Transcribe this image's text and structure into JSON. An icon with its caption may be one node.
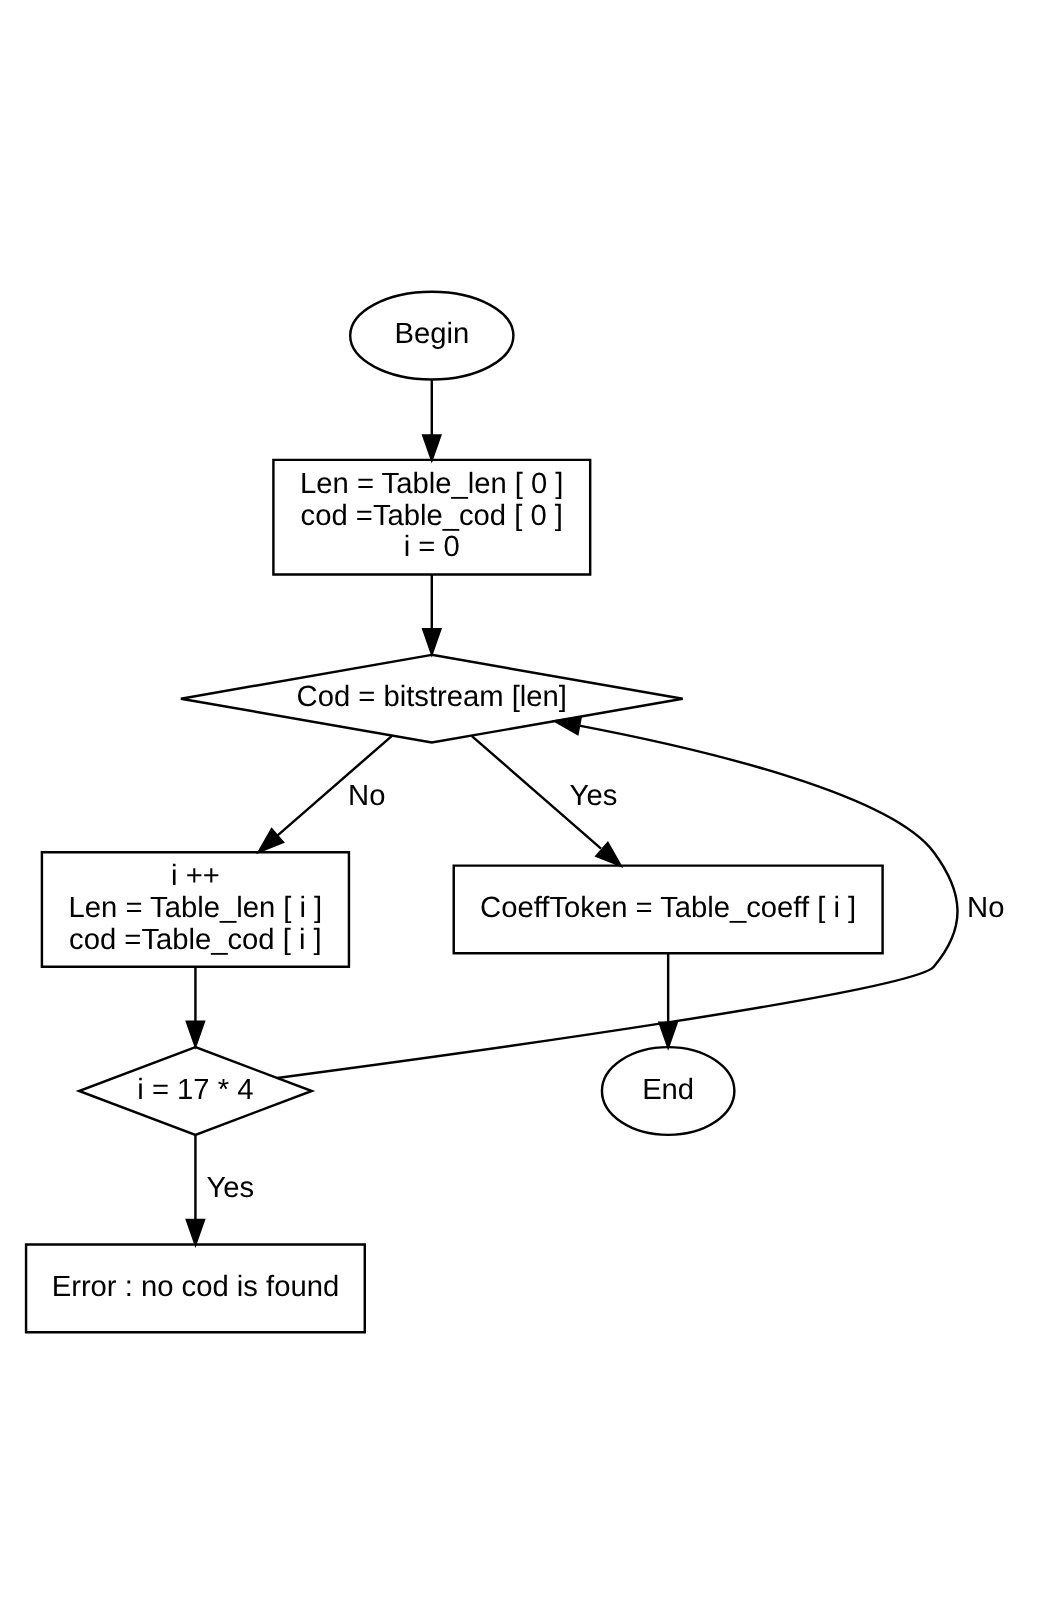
{
  "diagram": {
    "nodes": [
      {
        "text": [
          "Begin"
        ]
      },
      {
        "text": [
          "Len = Table_len [ 0 ]",
          "cod =Table_cod [ 0 ]",
          "i = 0"
        ]
      },
      {
        "text": [
          "Cod = bitstream [len]"
        ]
      },
      {
        "text": [
          "i ++",
          "Len = Table_len [ i ]",
          "cod =Table_cod [ i ]"
        ]
      },
      {
        "text": [
          "i = 17 * 4"
        ]
      },
      {
        "text": [
          "Error : no cod is found"
        ]
      },
      {
        "text": [
          "CoeffToken = Table_coeff [ i ]"
        ]
      },
      {
        "text": [
          "End"
        ]
      }
    ],
    "edges": [
      {
        "from": 0,
        "to": 1,
        "arrow": "to"
      },
      {
        "from": 1,
        "to": 2,
        "arrow": "to"
      },
      {
        "from": 2,
        "to": 3,
        "arrow": "to",
        "label": "No"
      },
      {
        "from": 2,
        "to": 6,
        "arrow": "to",
        "label": "Yes"
      },
      {
        "from": 3,
        "to": 4,
        "arrow": "to"
      },
      {
        "from": 4,
        "to": 2,
        "arrow": "to",
        "label": "No"
      },
      {
        "from": 4,
        "to": 5,
        "arrow": "to",
        "label": "Yes"
      },
      {
        "from": 6,
        "to": 7,
        "arrow": "to"
      }
    ]
  }
}
